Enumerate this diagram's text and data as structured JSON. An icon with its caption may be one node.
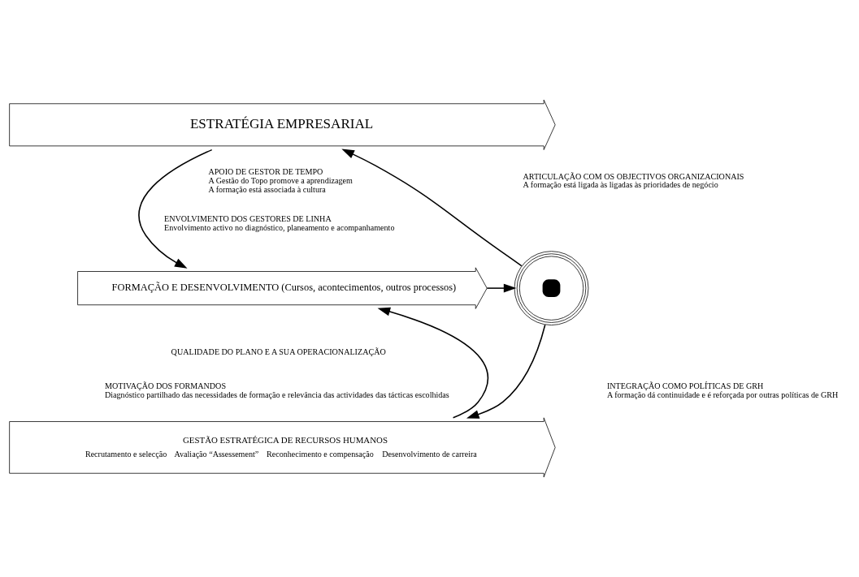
{
  "diagram": {
    "nodes": [
      {
        "text": [
          "ESTRATÉGIA EMPRESARIAL"
        ]
      },
      {
        "text": [
          "FORMAÇÃO E DESENVOLVIMENTO (Cursos, acontecimentos, outros processos)"
        ]
      },
      {
        "text": [],
        "shape": "circle"
      },
      {
        "text": [
          "GESTÃO ESTRATÉGICA DE RECURSOS HUMANOS",
          "Recrutamento e selecção",
          "Avaliação “Assessement”",
          "Reconhecimento e compensação",
          "Desenvolvimento de carreira"
        ]
      }
    ],
    "edges": [
      {
        "from": 0,
        "to": 1,
        "arrow": "to"
      },
      {
        "from": 1,
        "to": 2,
        "arrow": "to"
      },
      {
        "from": 2,
        "to": 0,
        "arrow": "to"
      },
      {
        "from": 2,
        "to": 3,
        "arrow": "to"
      },
      {
        "from": 3,
        "to": 1,
        "arrow": "to"
      }
    ],
    "labels": [
      "APOIO DE GESTOR DE TEMPO",
      "A Gestão do Topo promove a aprendizagem",
      "A formação está associada à cultura",
      "ARTICULAÇÃO COM OS OBJECTIVOS ORGANIZACIONAIS",
      "A formação está ligada às ligadas às prioridades de negócio",
      "ENVOLVIMENTO DOS GESTORES DE LINHA",
      "Envolvimento activo no diagnóstico, planeamento e acompanhamento",
      "QUALIDADE DO PLANO E A SUA OPERACIONALIZAÇÃO",
      "MOTIVAÇÃO DOS FORMANDOS",
      "Diagnóstico partilhado das necessidades de formação e relevância das actividades das tácticas escolhidas",
      "INTEGRAÇÃO COMO POLÍTICAS DE GRH",
      "A formação dá continuidade e é reforçada por outras políticas de GRH"
    ]
  }
}
